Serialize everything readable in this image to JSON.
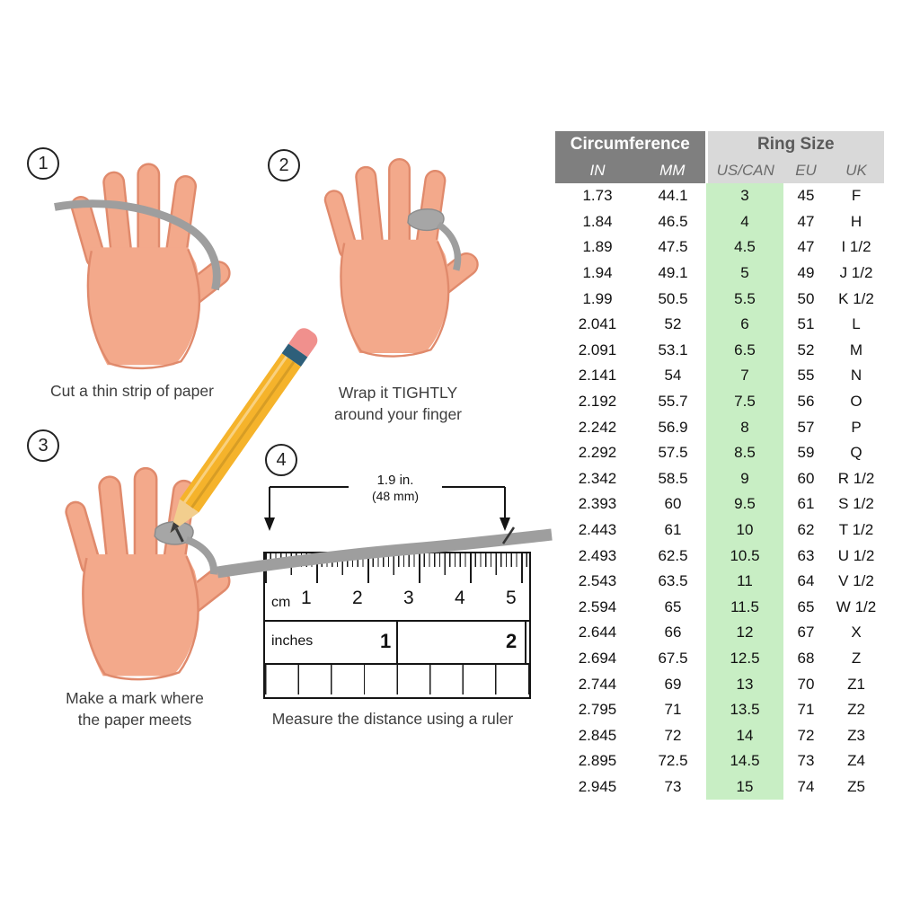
{
  "steps": [
    {
      "number": "1",
      "caption": "Cut a thin strip of paper"
    },
    {
      "number": "2",
      "caption": "Wrap it TIGHTLY\naround your finger"
    },
    {
      "number": "3",
      "caption": "Make a mark where\nthe paper meets"
    },
    {
      "number": "4",
      "caption": "Measure the distance using a ruler"
    }
  ],
  "ruler": {
    "dimension_label_line1": "1.9 in.",
    "dimension_label_line2": "(48 mm)",
    "cm_unit_label": "cm",
    "inches_unit_label": "inches",
    "cm_numbers": [
      "1",
      "2",
      "3",
      "4",
      "5"
    ],
    "inch_numbers": [
      "1",
      "2"
    ]
  },
  "size_chart": {
    "group_headers": {
      "circumference": "Circumference",
      "ring_size": "Ring Size"
    },
    "column_headers": [
      "IN",
      "MM",
      "US/CAN",
      "EU",
      "UK"
    ],
    "rows": [
      [
        "1.73",
        "44.1",
        "3",
        "45",
        "F"
      ],
      [
        "1.84",
        "46.5",
        "4",
        "47",
        "H"
      ],
      [
        "1.89",
        "47.5",
        "4.5",
        "47",
        "I 1/2"
      ],
      [
        "1.94",
        "49.1",
        "5",
        "49",
        "J 1/2"
      ],
      [
        "1.99",
        "50.5",
        "5.5",
        "50",
        "K 1/2"
      ],
      [
        "2.041",
        "52",
        "6",
        "51",
        "L"
      ],
      [
        "2.091",
        "53.1",
        "6.5",
        "52",
        "M"
      ],
      [
        "2.141",
        "54",
        "7",
        "55",
        "N"
      ],
      [
        "2.192",
        "55.7",
        "7.5",
        "56",
        "O"
      ],
      [
        "2.242",
        "56.9",
        "8",
        "57",
        "P"
      ],
      [
        "2.292",
        "57.5",
        "8.5",
        "59",
        "Q"
      ],
      [
        "2.342",
        "58.5",
        "9",
        "60",
        "R 1/2"
      ],
      [
        "2.393",
        "60",
        "9.5",
        "61",
        "S 1/2"
      ],
      [
        "2.443",
        "61",
        "10",
        "62",
        "T 1/2"
      ],
      [
        "2.493",
        "62.5",
        "10.5",
        "63",
        "U 1/2"
      ],
      [
        "2.543",
        "63.5",
        "11",
        "64",
        "V 1/2"
      ],
      [
        "2.594",
        "65",
        "11.5",
        "65",
        "W 1/2"
      ],
      [
        "2.644",
        "66",
        "12",
        "67",
        "X"
      ],
      [
        "2.694",
        "67.5",
        "12.5",
        "68",
        "Z"
      ],
      [
        "2.744",
        "69",
        "13",
        "70",
        "Z1"
      ],
      [
        "2.795",
        "71",
        "13.5",
        "71",
        "Z2"
      ],
      [
        "2.845",
        "72",
        "14",
        "72",
        "Z3"
      ],
      [
        "2.895",
        "72.5",
        "14.5",
        "73",
        "Z4"
      ],
      [
        "2.945",
        "73",
        "15",
        "74",
        "Z5"
      ]
    ]
  },
  "colors": {
    "header_dark": "#7F7F7F",
    "header_light": "#D9D9D9",
    "uscan_highlight": "#C8EEC4",
    "skin": "#F3A98B",
    "skin_outline": "#E08A6C",
    "paper_strip": "#9E9E9E",
    "pencil_body": "#F5B32B",
    "pencil_eraser": "#F0908D",
    "pencil_ferrule": "#2E5F7A"
  }
}
